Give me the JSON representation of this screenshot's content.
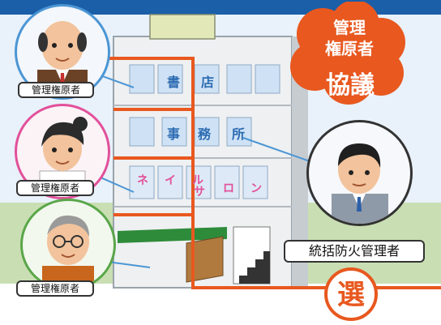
{
  "cloud": {
    "line1": "管理",
    "line2": "権原者",
    "line3": "協議",
    "color": "#e8581f"
  },
  "owners": [
    {
      "label": "管理権原者"
    },
    {
      "label": "管理権原者"
    },
    {
      "label": "管理権原者"
    }
  ],
  "manager": {
    "label": "統括防火管理者"
  },
  "select": {
    "label": "選"
  },
  "windows": {
    "floor3": [
      "書",
      "店"
    ],
    "floor2": [
      "事",
      "務",
      "所"
    ],
    "floor1": [
      "ネ",
      "イ",
      "ル",
      "サ",
      "ロ",
      "ン"
    ]
  },
  "colors": {
    "line": "#e8581f",
    "sky": "#1a5fa8",
    "ground": "#b8d3a0"
  }
}
